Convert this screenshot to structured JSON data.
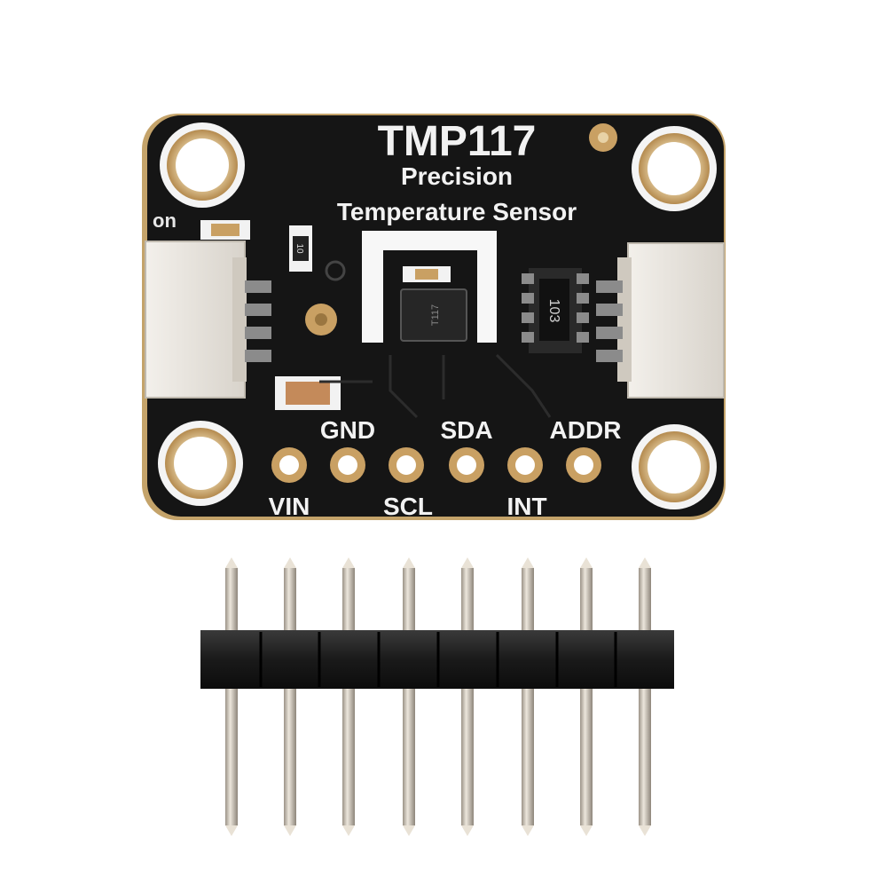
{
  "board": {
    "title": "TMP117",
    "subtitle_line1": "Precision",
    "subtitle_line2": "Temperature Sensor",
    "led_label": "on",
    "resistor_marking": "103",
    "small_resistor_marking": "10",
    "chip_marking": "T117",
    "pin_labels_top": [
      "GND",
      "SDA",
      "ADDR"
    ],
    "pin_labels_bottom": [
      "VIN",
      "SCL",
      "INT"
    ]
  },
  "colors": {
    "background": "#ffffff",
    "pcb": "#151515",
    "gold_pad": "#c9a063",
    "silkscreen": "#f2f2f2",
    "connector": "#e8e4de",
    "header_plastic": "#1c1c1c",
    "pin_metal": "#cfc6b8"
  },
  "header": {
    "pin_count": 8
  }
}
